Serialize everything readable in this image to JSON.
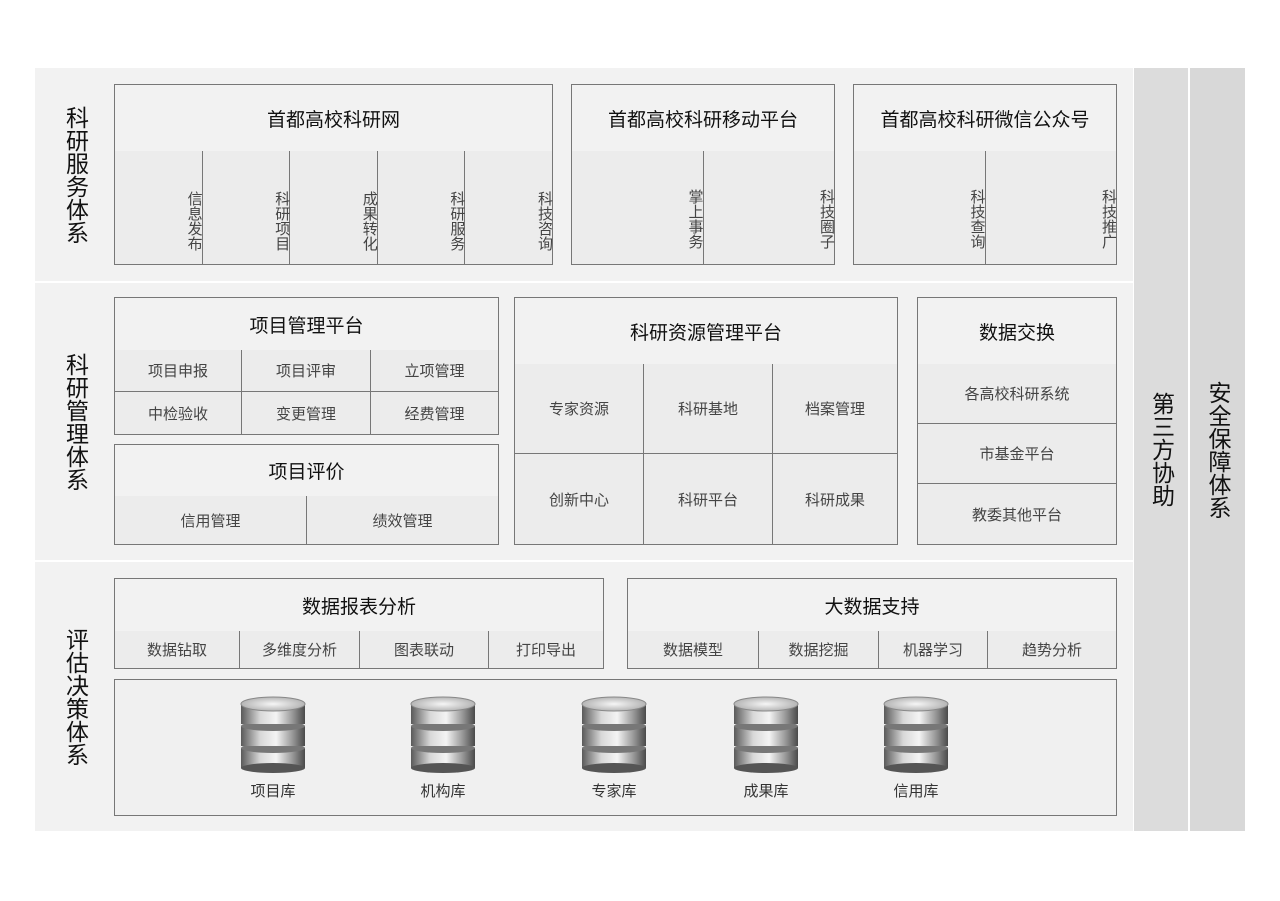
{
  "sections": {
    "service": "科研服务体系",
    "management": "科研管理体系",
    "evaluation": "评估决策体系"
  },
  "side": {
    "third_party": "第三方协助",
    "security": "安全保障体系"
  },
  "service": {
    "web": {
      "title": "首都高校科研网",
      "items": [
        "信息发布",
        "科研项目",
        "成果转化",
        "科研服务",
        "科技咨询"
      ]
    },
    "mobile": {
      "title": "首都高校科研移动平台",
      "items": [
        "掌上事务",
        "科技圈子"
      ]
    },
    "wechat": {
      "title": "首都高校科研微信公众号",
      "items": [
        "科技查询",
        "科技推广"
      ]
    }
  },
  "management": {
    "project_platform": {
      "title": "项目管理平台",
      "items": [
        "项目申报",
        "项目评审",
        "立项管理",
        "中检验收",
        "变更管理",
        "经费管理"
      ]
    },
    "project_eval": {
      "title": "项目评价",
      "items": [
        "信用管理",
        "绩效管理"
      ]
    },
    "resource_platform": {
      "title": "科研资源管理平台",
      "items": [
        "专家资源",
        "科研基地",
        "档案管理",
        "创新中心",
        "科研平台",
        "科研成果"
      ]
    },
    "data_exchange": {
      "title": "数据交换",
      "items": [
        "各高校科研系统",
        "市基金平台",
        "教委其他平台"
      ]
    }
  },
  "evaluation": {
    "report": {
      "title": "数据报表分析",
      "items": [
        "数据钻取",
        "多维度分析",
        "图表联动",
        "打印导出"
      ]
    },
    "bigdata": {
      "title": "大数据支持",
      "items": [
        "数据模型",
        "数据挖掘",
        "机器学习",
        "趋势分析"
      ]
    },
    "databases": [
      "项目库",
      "机构库",
      "专家库",
      "成果库",
      "信用库"
    ]
  }
}
